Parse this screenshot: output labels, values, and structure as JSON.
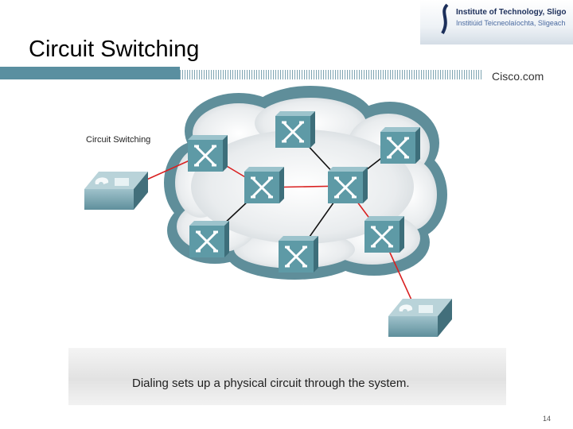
{
  "slide": {
    "title": "Circuit Switching",
    "page_number": "14"
  },
  "logo": {
    "line1": "Institute of Technology, Sligo",
    "line2": "Institiúid Teicneolaíochta, Sligeach"
  },
  "header": {
    "brand": "Cisco.com"
  },
  "figure": {
    "label": "Circuit Switching",
    "caption": "Dialing sets up a physical circuit through the system."
  },
  "colors": {
    "accent_bar": "#5a8fa0",
    "circuit_path": "#d92020",
    "link": "#111111",
    "switch_face": "#5e9aa6",
    "cloud_outer": "#5f8e9a"
  }
}
